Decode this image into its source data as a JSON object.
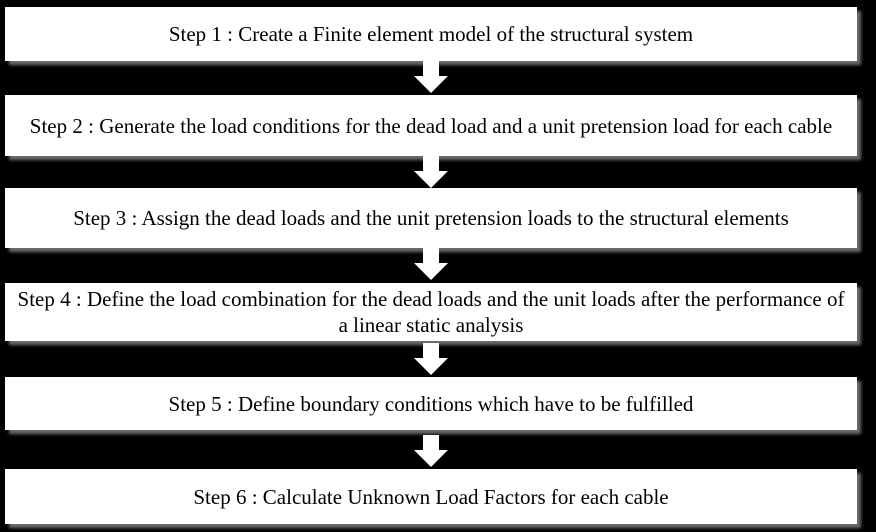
{
  "steps": [
    "Step 1 : Create a Finite element model of the structural system",
    "Step 2 : Generate the load conditions for the dead load and a unit pretension load for each cable",
    "Step 3 : Assign the dead loads and the unit pretension loads to the structural elements",
    "Step 4 : Define the load combination for the dead loads and the unit loads after the performance of a linear static analysis",
    "Step 5 : Define boundary conditions which have to be fulfilled",
    "Step 6 : Calculate Unknown Load Factors for each cable"
  ],
  "colors": {
    "background": "#000000",
    "box_fill": "#ffffff",
    "text": "#000000",
    "arrow_fill": "#ffffff"
  },
  "icons": [
    "arrow-down-icon"
  ]
}
